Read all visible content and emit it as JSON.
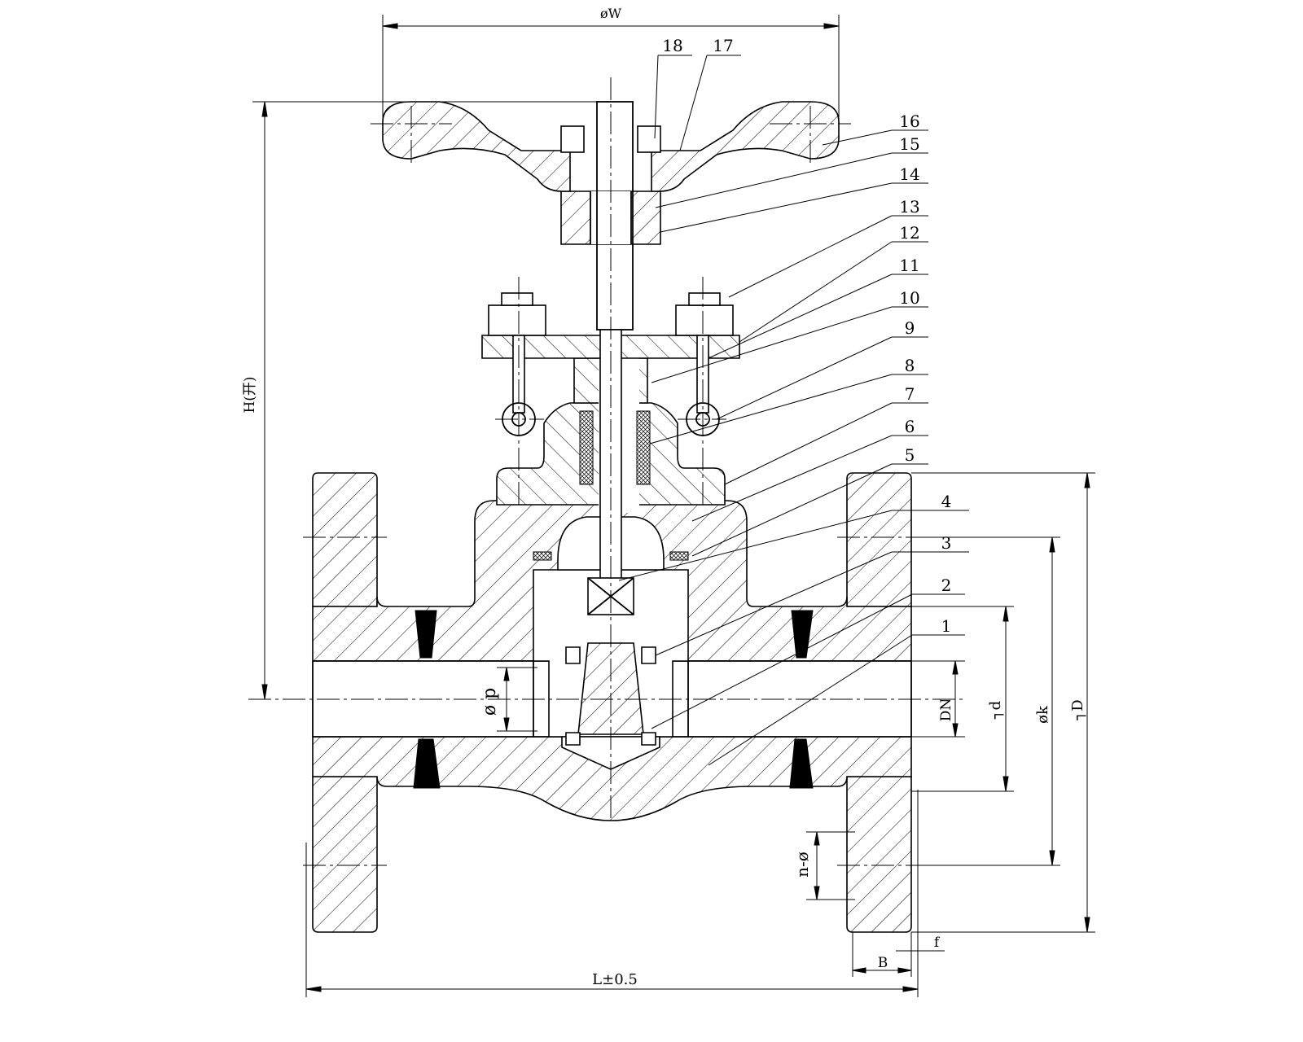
{
  "part_numbers": [
    "1",
    "2",
    "3",
    "4",
    "5",
    "6",
    "7",
    "8",
    "9",
    "10",
    "11",
    "12",
    "13",
    "14",
    "15",
    "16",
    "17",
    "18"
  ],
  "dimensions": {
    "handwheel_diameter": "øW",
    "height": "H(开)",
    "port_diameter": "ø p",
    "nominal_size": "DN",
    "raised_face": "┐d",
    "bolt_circle": "øk",
    "flange_diameter": "┐D",
    "bolt_holes": "n-ø",
    "length": "L±0.5",
    "flange_thickness": "B",
    "face_height": "f"
  }
}
